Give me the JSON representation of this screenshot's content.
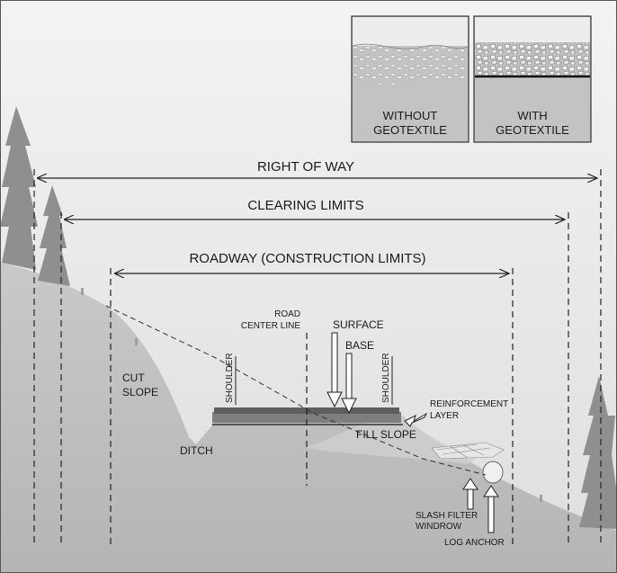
{
  "labels": {
    "right_of_way": "RIGHT OF WAY",
    "clearing_limits": "CLEARING LIMITS",
    "roadway": "ROADWAY (CONSTRUCTION LIMITS)",
    "cut_slope_1": "CUT",
    "cut_slope_2": "SLOPE",
    "ditch": "DITCH",
    "road_center_1": "ROAD",
    "road_center_2": "CENTER LINE",
    "surface": "SURFACE",
    "base": "BASE",
    "shoulder_left": "SHOULDER",
    "shoulder_right": "SHOULDER",
    "reinforcement_1": "REINFORCEMENT",
    "reinforcement_2": "LAYER",
    "fill_slope": "FILL SLOPE",
    "slash_filter_1": "SLASH FILTER",
    "slash_filter_2": "WINDROW",
    "log_anchor": "LOG ANCHOR"
  },
  "insets": {
    "without_1": "WITHOUT",
    "without_2": "GEOTEXTILE",
    "with_1": "WITH",
    "with_2": "GEOTEXTILE"
  },
  "colors": {
    "sky": "#ededed",
    "ground": "#c8c8c8",
    "ground_dark": "#a9a9a9",
    "tree": "#9a9a9a",
    "line": "#222222",
    "arrow_fill": "#ffffff"
  }
}
